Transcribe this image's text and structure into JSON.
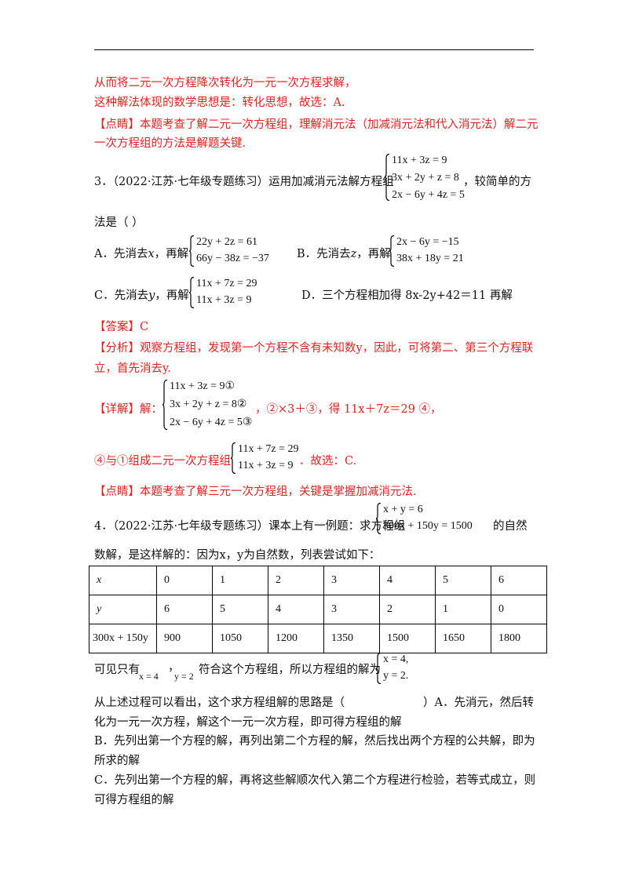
{
  "solution_tail": {
    "line1": "从而将二元一次方程降次转化为一元一次方程求解，",
    "line2": "这种解法体现的数学思想是：转化思想，故选：A.",
    "comment_tag": "【点睛】",
    "comment_line1": "本题考查了解二元一次方程组，理解消元法（加减消元法和代入消元法）解二元",
    "comment_line2": "一次方程组的方法是解题关键."
  },
  "q3": {
    "stem_prefix": "3．（2022·江苏·七年级专题练习）运用加减消元法解方程组",
    "stem_suffix": "，较简单的方",
    "stem_line2": "法是（      ）",
    "system": [
      "11x + 3z = 9",
      "3x + 2y + z = 8",
      "2x − 6y + 4z = 5"
    ],
    "option_a_label": "A．先消去",
    "option_a_var": "x",
    "option_a_then": "，再解",
    "option_a_system": [
      "22y + 2z = 61",
      "66y − 38z = −37"
    ],
    "option_b_label": "B．先消去",
    "option_b_var": "z",
    "option_b_then": "，再解",
    "option_b_system": [
      "2x − 6y = −15",
      "38x + 18y = 21"
    ],
    "option_c_label": "C．先消去",
    "option_c_var": "y",
    "option_c_then": "，再解",
    "option_c_system": [
      "11x + 7z = 29",
      "11x + 3z = 9"
    ],
    "option_d": "D．三个方程相加得 8x-2y+42＝11 再解",
    "answer_tag": "【答案】",
    "answer_value": "C",
    "analysis_tag": "【分析】",
    "analysis_line1": "观察方程组，发现第一个方程不含有未知数y，因此，可将第二、第三个方程联",
    "analysis_line2": "立，首先消去y.",
    "detail_tag": "【详解】",
    "detail_prefix": "解：",
    "detail_system": [
      "11x + 3z = 9①",
      "3x + 2y + z = 8②",
      "2x − 6y + 4z = 5③"
    ],
    "detail_suffix": "，②×3＋③，得 11x＋7z＝29 ④，",
    "combine_prefix": "④与①组成二元一次方程组",
    "combine_system": [
      "11x + 7z = 29",
      "11x + 3z = 9"
    ],
    "combine_suffix": "．故选：C.",
    "comment_tag": "【点睛】",
    "comment_text": "本题考查了解三元一次方程组，关键是掌握加减消元法."
  },
  "q4": {
    "stem_prefix": "4．（2022·江苏·七年级专题练习）课本上有一例题：求方程组",
    "system": [
      "x + y = 6",
      "300x + 150y = 1500"
    ],
    "stem_suffix": "的自然",
    "stem_line2": "数解，是这样解的：因为x，y为自然数，列表尝试如下：",
    "table": {
      "rows": [
        [
          "x",
          "0",
          "1",
          "2",
          "3",
          "4",
          "5",
          "6"
        ],
        [
          "y",
          "6",
          "5",
          "4",
          "3",
          "2",
          "1",
          "0"
        ],
        [
          "300x + 150y",
          "900",
          "1050",
          "1200",
          "1350",
          "1500",
          "1650",
          "1800"
        ]
      ]
    },
    "visible_prefix": "可见只有",
    "x_eq": "x = 4",
    "sep": "，",
    "y_eq": "y = 2",
    "visible_mid": "符合这个方程组，所以方程组的解为",
    "solution_system": [
      "x = 4,",
      "y = 2."
    ],
    "process_line1a": "从上述过程可以看出，这个求方程组解的思路是（",
    "process_line1b": "）A．先消元，然后转",
    "process_line2": "化为一元一次方程，解这个一元一次方程，即可得方程组的解",
    "option_b_line1": "B．先列出第一个方程的解，再列出第二个方程的解，然后找出两个方程的公共解，即为",
    "option_b_line2": "所求的解",
    "option_c_line1": "C．先列出第一个方程的解，再将这些解顺次代入第二个方程进行检验，若等式成立，则",
    "option_c_line2": "可得方程组的解"
  }
}
